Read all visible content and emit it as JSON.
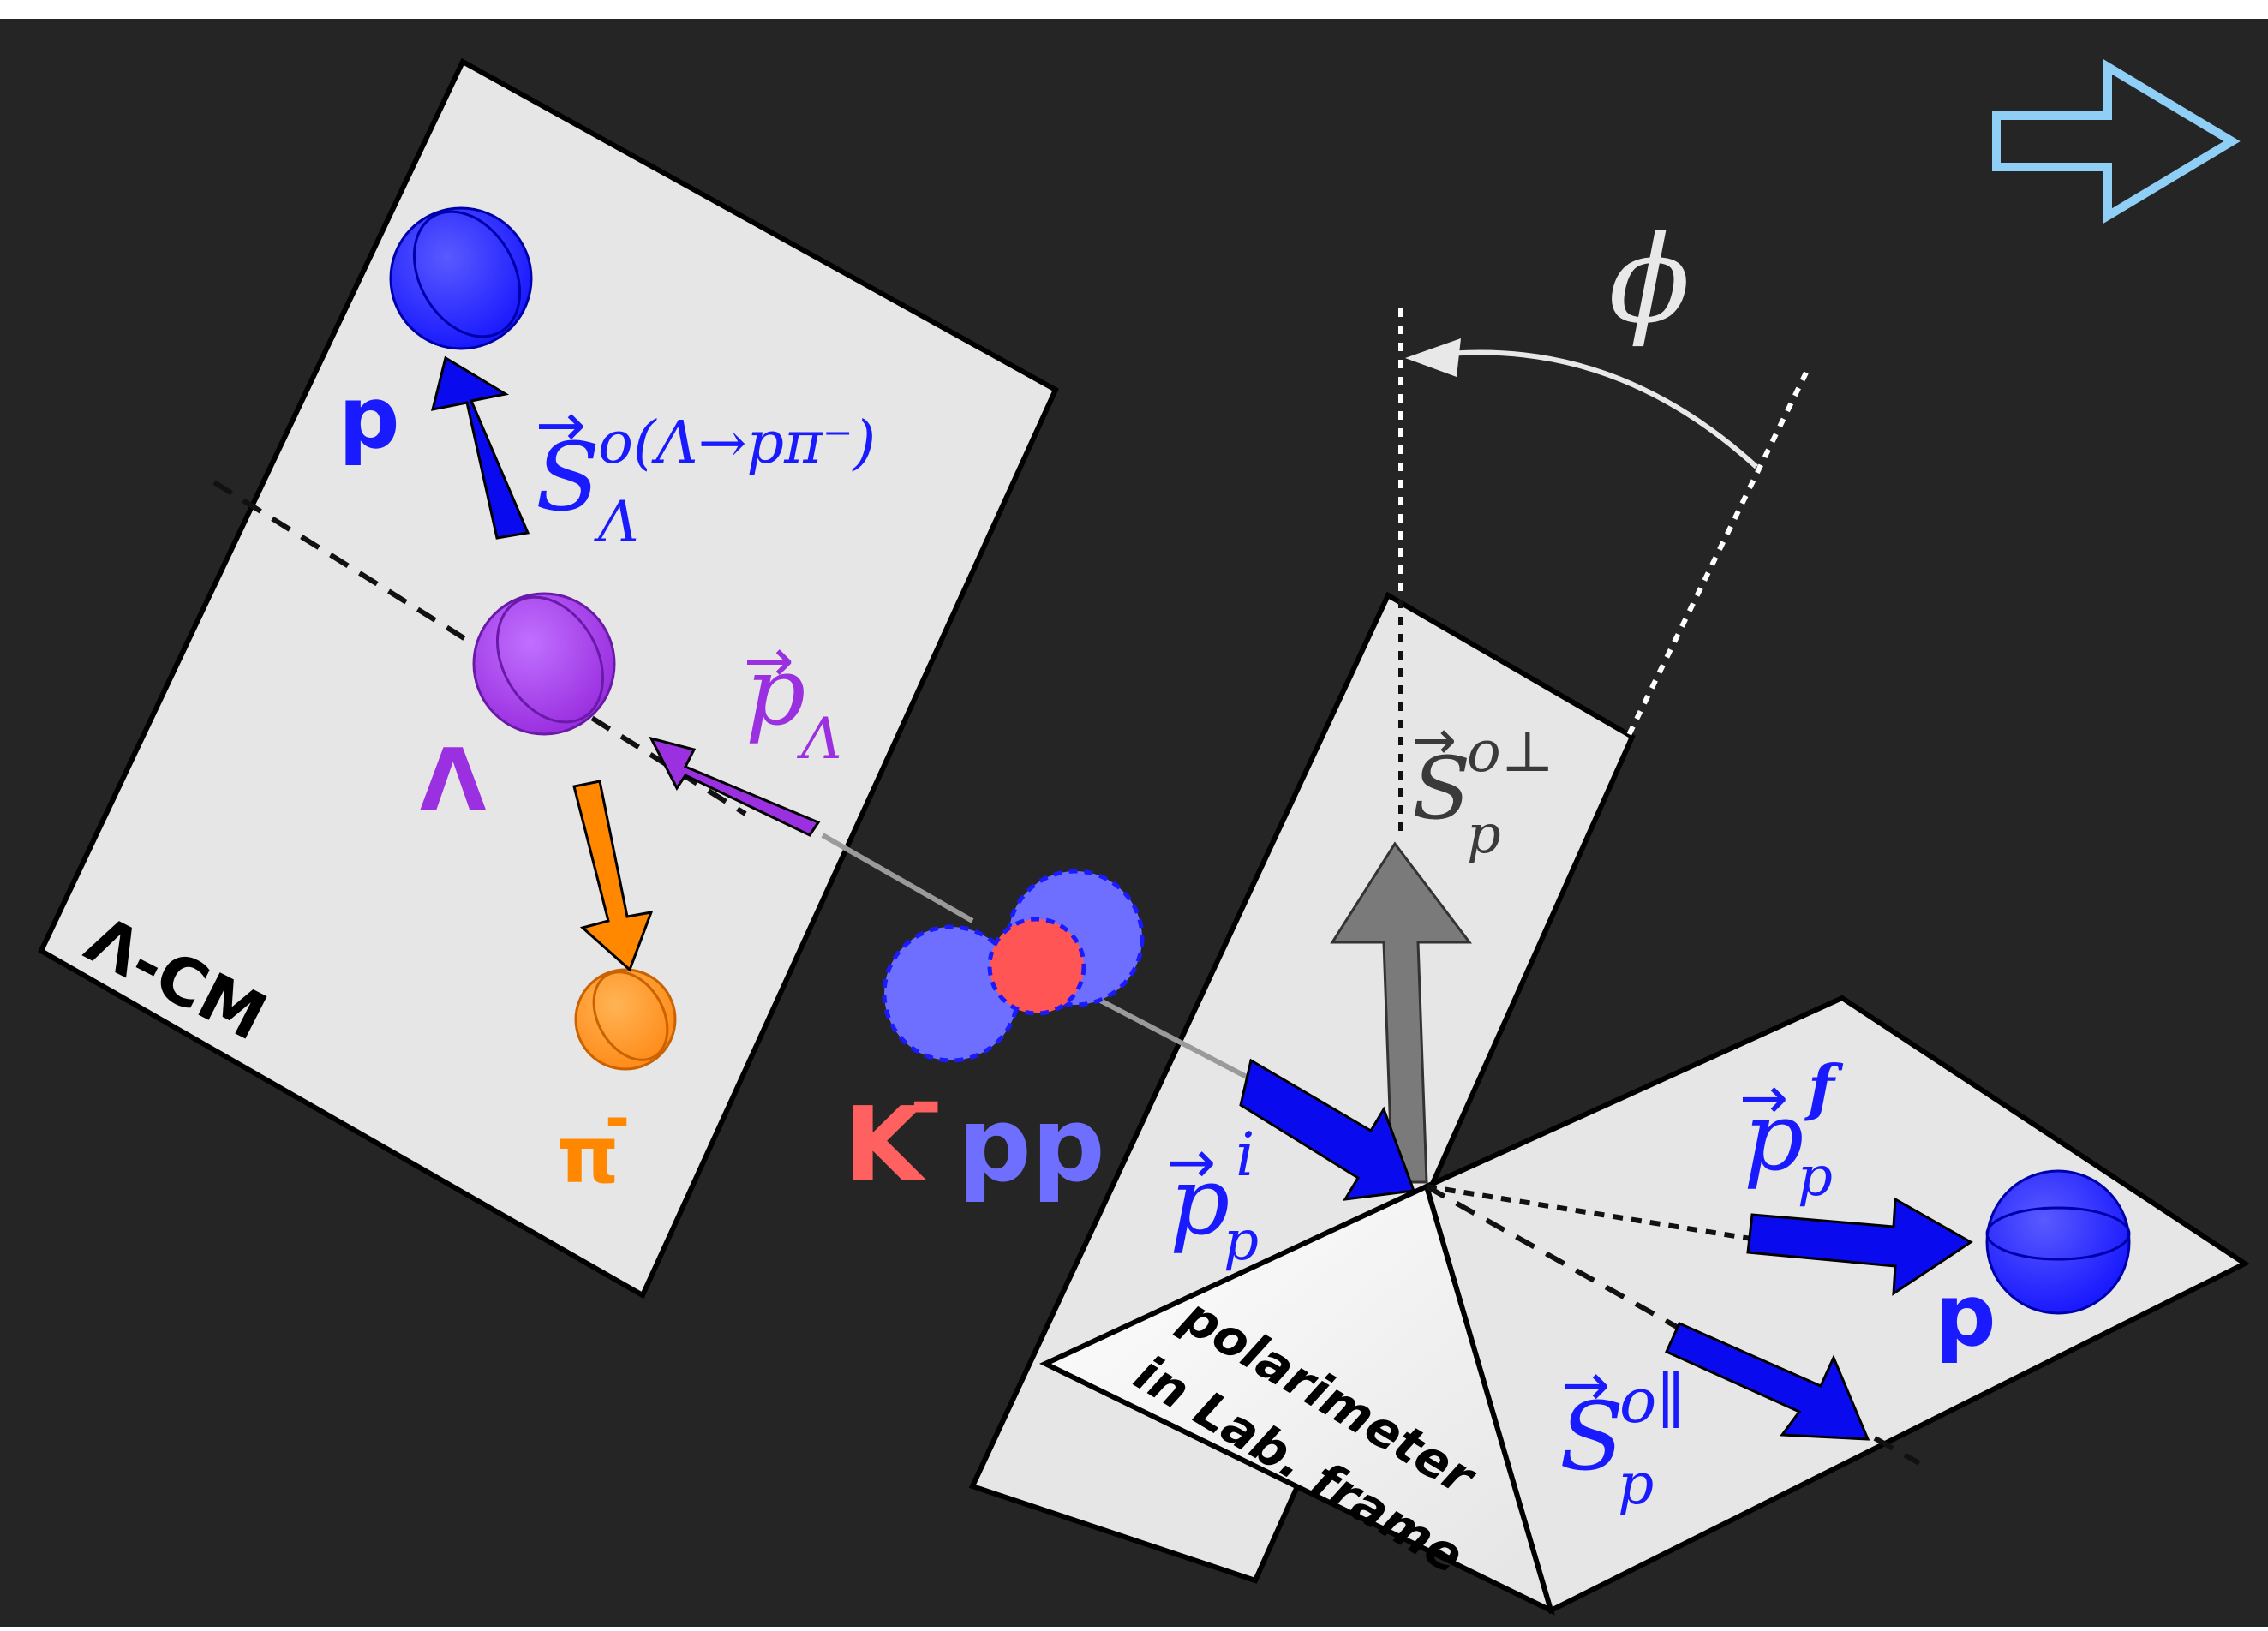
{
  "colors": {
    "background": "#252525",
    "panel": "#e6e6e6",
    "proton": "#1a1aff",
    "lambda": "#9b30e0",
    "pion": "#ff8800",
    "kaon_red": "#ff6060",
    "pp_blue": "#6f6fff",
    "arrow_gray": "#7a7a7a",
    "hollow_arrow": "#8fcff5"
  },
  "labels": {
    "proton_top": "p",
    "lambda": "Λ",
    "pion": "π",
    "pion_sup": "-",
    "lambda_cm": "Λ-CM",
    "kaon_k": "K",
    "kaon_minus": "-",
    "kaon_pp": "pp",
    "proton_right": "p",
    "polarimeter_line1": "polarimeter",
    "polarimeter_line2": "in Lab. frame",
    "phi": "ϕ"
  },
  "vectors": {
    "s_lambda": {
      "symbol": "S",
      "sub": "Λ",
      "sup": "o(Λ→pπ⁻)"
    },
    "p_lambda": {
      "symbol": "p",
      "sub": "Λ",
      "sup": ""
    },
    "s_perp": {
      "symbol": "S",
      "sub": "p",
      "sup": "o⊥"
    },
    "p_initial": {
      "symbol": "p",
      "sub": "p",
      "sup": "i"
    },
    "p_final": {
      "symbol": "p",
      "sub": "p",
      "sup": "f"
    },
    "s_parallel": {
      "symbol": "S",
      "sub": "p",
      "sup": "o∥"
    }
  },
  "icons": [
    "hollow-right-arrow-icon"
  ]
}
